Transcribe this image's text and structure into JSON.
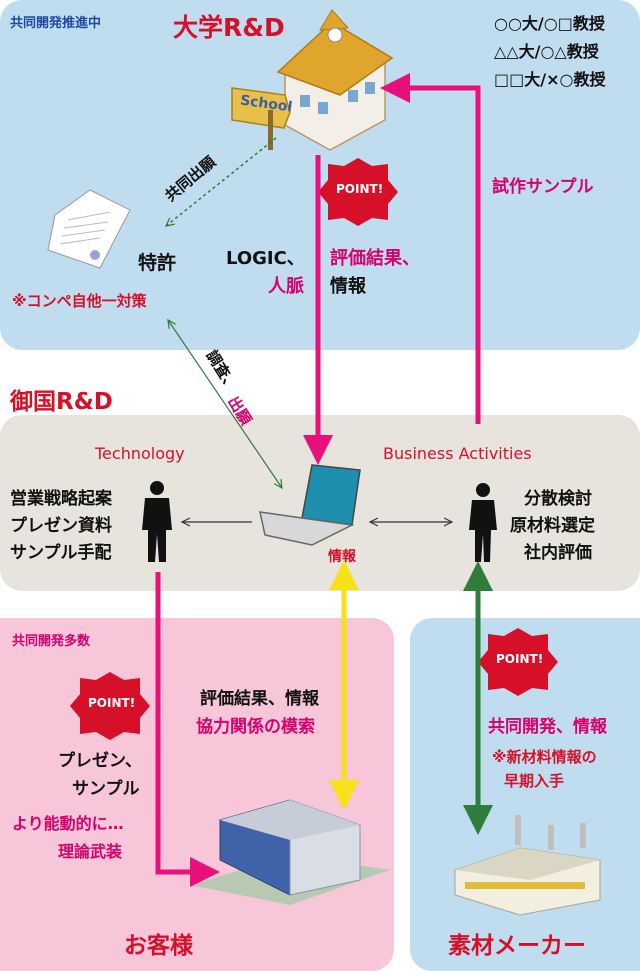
{
  "university": {
    "tag": "共同開発推進中",
    "title": "大学R&D",
    "professors": [
      "○○大/○□教授",
      "△△大/○△教授",
      "□□大/×○教授"
    ],
    "school_sign": "School",
    "joint_filing": "共同出願",
    "patent": "特許",
    "patent_note": "※コンペ自他一対策",
    "logic_label_1": "LOGIC、",
    "logic_label_2": "人脈",
    "eval_label_1": "評価結果、",
    "eval_label_2": "情報",
    "prototype": "試作サンプル",
    "point": "POINT!"
  },
  "company": {
    "title": "御国R&D",
    "investigate_1": "調査、",
    "investigate_2": "出願",
    "technology": "Technology",
    "business": "Business Activities",
    "left_tasks": [
      "営業戦略起案",
      "プレゼン資料",
      "サンプル手配"
    ],
    "right_tasks": [
      "分散検討",
      "原材料選定",
      "社内評価"
    ],
    "info": "情報"
  },
  "customer": {
    "tag": "共同開発多数",
    "point": "POINT!",
    "present_1": "プレゼン、",
    "present_2": "サンプル",
    "proactive": "より能動的に…",
    "theory": "理論武装",
    "eval_info": "評価結果、情報",
    "search": "協力関係の模索",
    "title": "お客様"
  },
  "supplier": {
    "point": "POINT!",
    "joint_dev": "共同開発、情報",
    "note_1": "※新材料情報の",
    "note_2": "早期入手",
    "title": "素材メーカー"
  }
}
